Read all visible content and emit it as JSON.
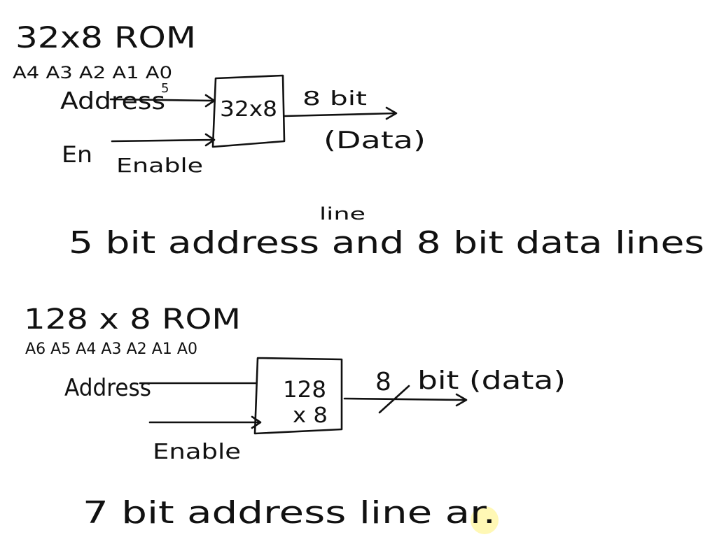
{
  "colors": {
    "ink": "#111111",
    "background": "#ffffff",
    "pen_highlight": "#fff7a8"
  },
  "rom1": {
    "title": "32x8 ROM",
    "address_pins": "A4 A3 A2 A1 A0",
    "address_label": "Address",
    "address_count": "5",
    "enable_short": "En",
    "enable_label": "Enable",
    "block_label": "32x8",
    "data_width": "8 bit",
    "data_label": "(Data)",
    "summary": "5 bit address and 8 bit data lines",
    "summary_insert": "line"
  },
  "rom2": {
    "title": "128 x 8 ROM",
    "address_pins": "A6 A5 A4 A3 A2 A1 A0",
    "address_label": "Address",
    "enable_label": "Enable",
    "block_line1": "128",
    "block_line2": "x 8",
    "data_width": "8",
    "data_label": "bit (data)",
    "summary": "7 bit address line ar."
  }
}
